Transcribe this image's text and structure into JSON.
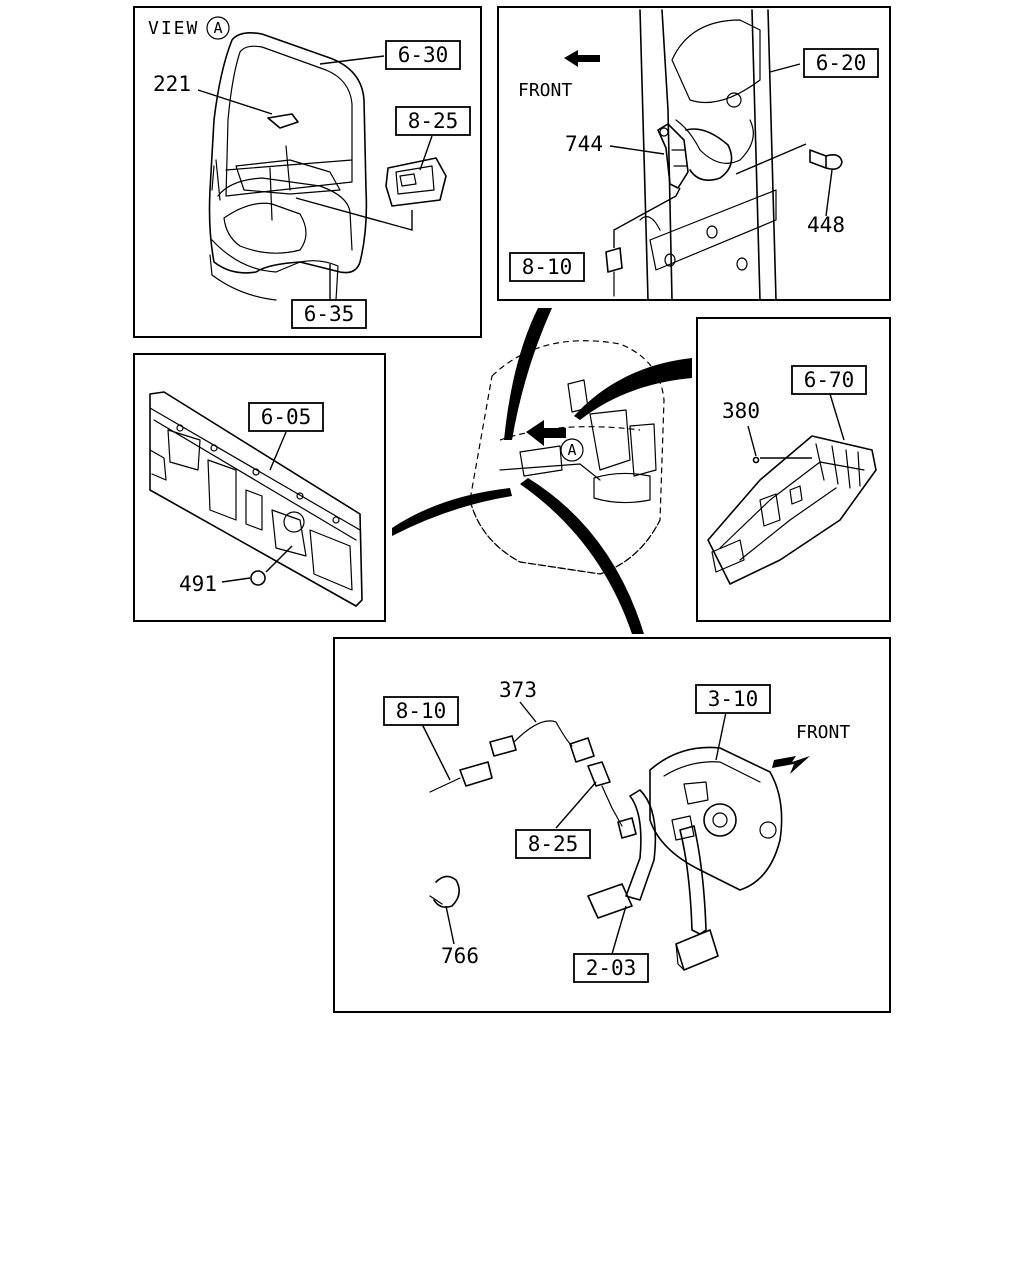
{
  "panels": {
    "view_a": {
      "view_label": "VIEW",
      "view_marker": "A",
      "refs": [
        "6-30",
        "8-25",
        "6-35"
      ],
      "parts": [
        "221"
      ]
    },
    "front_pillar": {
      "direction_label": "FRONT",
      "refs": [
        "6-20",
        "8-10"
      ],
      "parts": [
        "744",
        "448"
      ]
    },
    "dash_panel": {
      "refs": [
        "6-05"
      ],
      "parts": [
        "491"
      ]
    },
    "cab_overview": {
      "view_marker": "A"
    },
    "floor_side": {
      "refs": [
        "6-70"
      ],
      "parts": [
        "380"
      ]
    },
    "pedal_assembly": {
      "direction_label": "FRONT",
      "refs": [
        "8-10",
        "3-10",
        "8-25",
        "2-03"
      ],
      "parts": [
        "373",
        "766"
      ]
    }
  }
}
